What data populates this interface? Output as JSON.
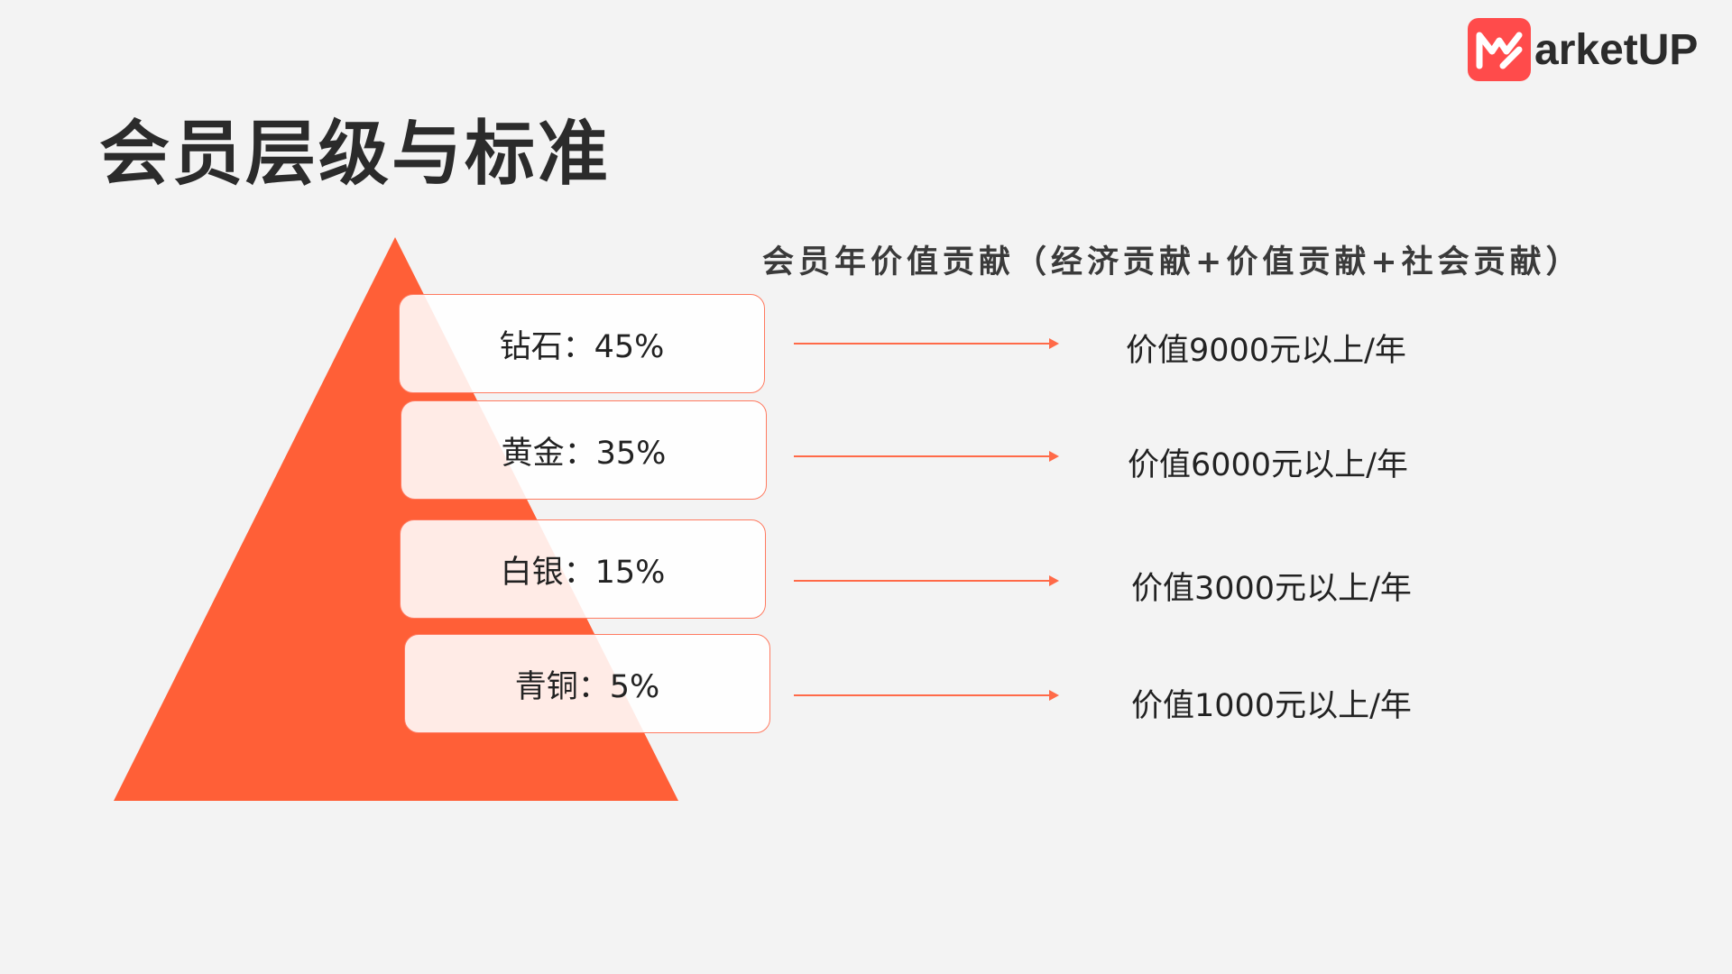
{
  "title": "会员层级与标准",
  "logo": {
    "text": "arketUP"
  },
  "subtitle": "会员年价值贡献（经济贡献+价值贡献+社会贡献）",
  "colors": {
    "accent": "#ff5f37",
    "logo": "#ff4b4b",
    "box_border": "#ff7a60",
    "arrow": "#ff6a48"
  },
  "tiers": [
    {
      "label": "钻石：45%",
      "value": "价值9000元以上/年"
    },
    {
      "label": "黄金：35%",
      "value": "价值6000元以上/年"
    },
    {
      "label": "白银：15%",
      "value": "价值3000元以上/年"
    },
    {
      "label": "青铜：5%",
      "value": "价值1000元以上/年"
    }
  ]
}
